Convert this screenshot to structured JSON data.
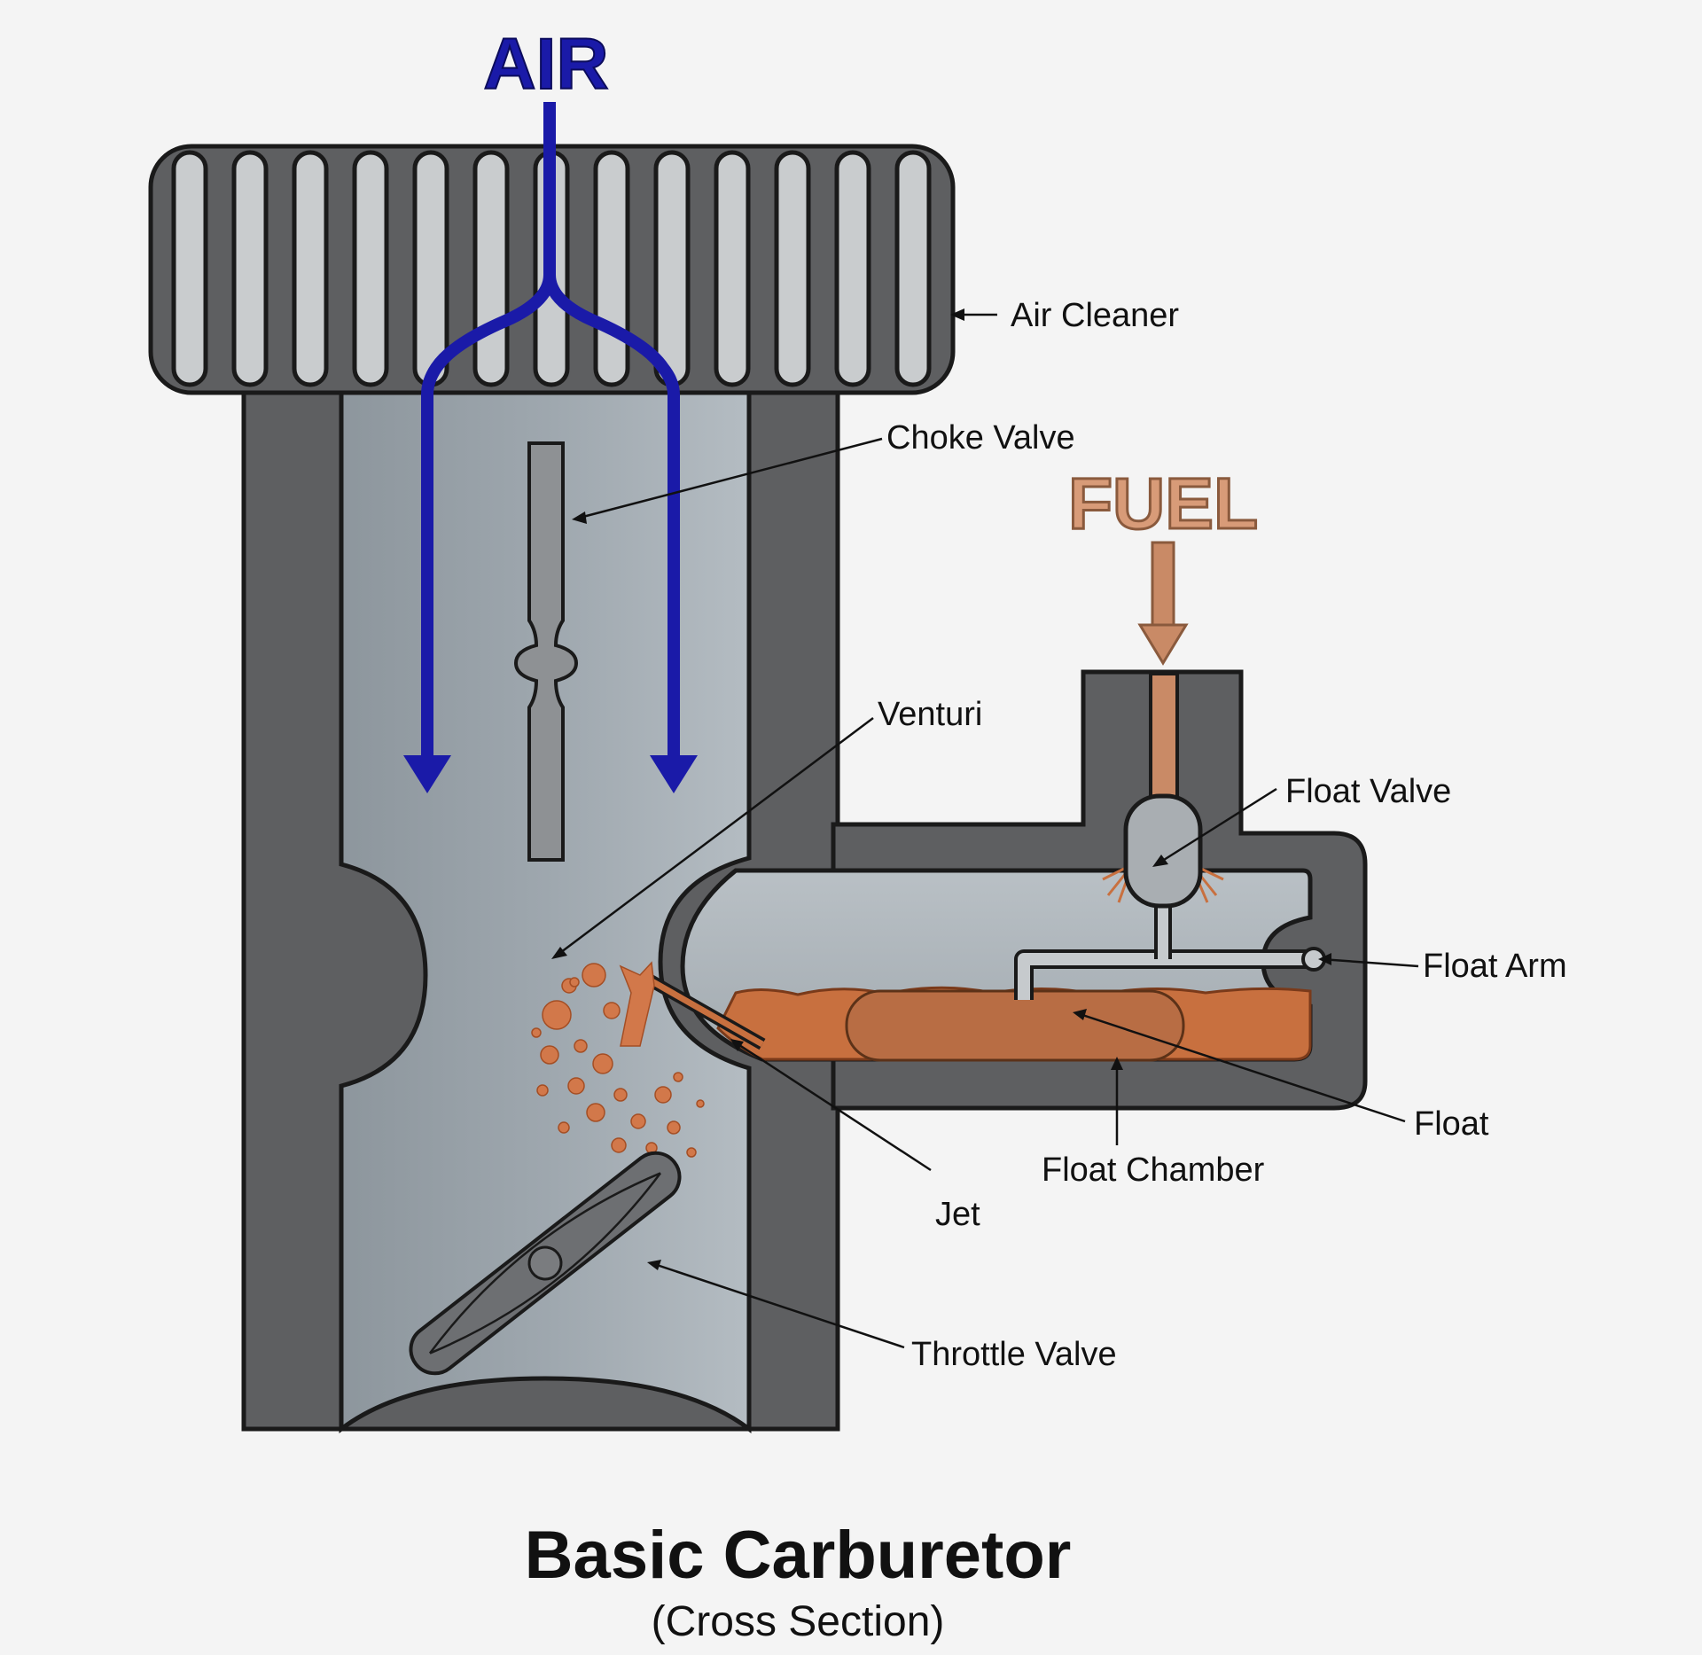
{
  "title": "Basic Carburetor",
  "subtitle": "(Cross Section)",
  "inputs": {
    "air": "AIR",
    "fuel": "FUEL"
  },
  "labels": {
    "air_cleaner": "Air Cleaner",
    "choke_valve": "Choke Valve",
    "venturi": "Venturi",
    "float_valve": "Float Valve",
    "float_arm": "Float Arm",
    "float": "Float",
    "float_chamber": "Float Chamber",
    "jet": "Jet",
    "throttle_valve": "Throttle Valve"
  },
  "colors": {
    "air_flow": "#1a1aa8",
    "fuel": "#c98a66",
    "fuel_liquid": "#c8703f",
    "body": "#5e5f61",
    "interior": "#a9b1b7",
    "outline": "#1a1a1a"
  }
}
